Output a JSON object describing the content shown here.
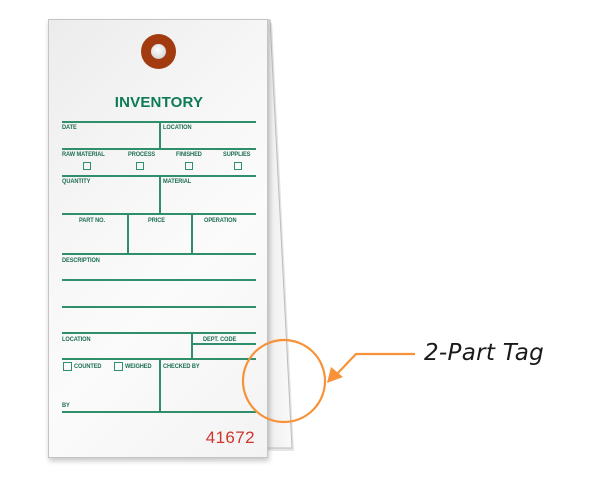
{
  "tag": {
    "title": "INVENTORY",
    "fields": {
      "date": "DATE",
      "location_top": "LOCATION",
      "raw_material": "RAW MATERIAL",
      "process": "PROCESS",
      "finished": "FINISHED",
      "supplies": "SUPPLIES",
      "quantity": "QUANTITY",
      "material": "MATERIAL",
      "part_no": "PART NO.",
      "price": "PRICE",
      "operation": "OPERATION",
      "description": "DESCRIPTION",
      "location_bottom": "LOCATION",
      "dept_code": "DEPT. CODE",
      "counted": "COUNTED",
      "weighed": "WEIGHED",
      "checked_by": "CHECKED BY",
      "by": "BY"
    },
    "serial_number": "41672",
    "colors": {
      "ink_green": "#1d6e52",
      "line_green": "#2e8f6a",
      "eyelet": "#a23c10",
      "serial_red": "#d0342c"
    }
  },
  "callout": {
    "label": "2-Part Tag",
    "color": "#f7923a"
  }
}
